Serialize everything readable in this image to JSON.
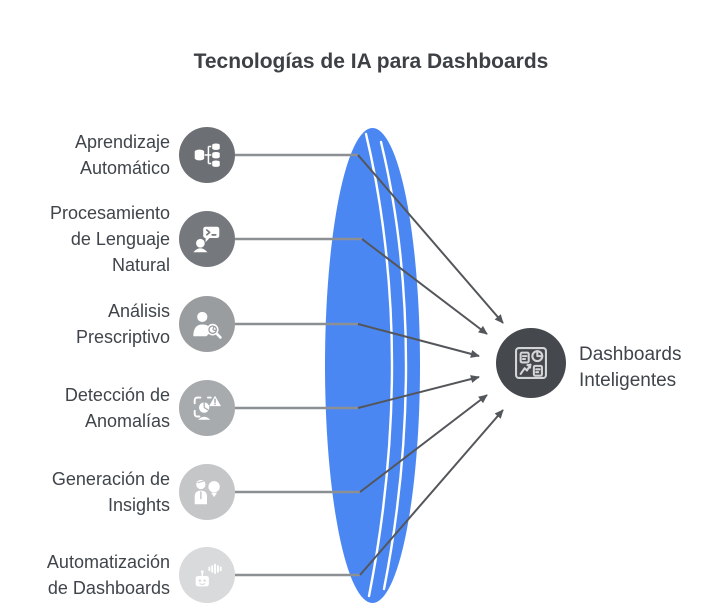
{
  "title": "Tecnologías de IA para Dashboards",
  "items": [
    {
      "label": "Aprendizaje\nAutomático",
      "icon": "machine-learning-icon",
      "color": "#6c7074"
    },
    {
      "label": "Procesamiento\nde Lenguaje\nNatural",
      "icon": "nlp-chat-icon",
      "color": "#75797d"
    },
    {
      "label": "Análisis\nPrescriptivo",
      "icon": "person-magnifier-icon",
      "color": "#9a9da0"
    },
    {
      "label": "Detección de\nAnomalías",
      "icon": "anomaly-scan-icon",
      "color": "#a8abae"
    },
    {
      "label": "Generación de\nInsights",
      "icon": "person-lightbulb-icon",
      "color": "#c4c6c8"
    },
    {
      "label": "Automatización\nde Dashboards",
      "icon": "robot-waves-icon",
      "color": "#d9dadb"
    }
  ],
  "target": {
    "label": "Dashboards\nInteligentes",
    "icon": "dashboard-icon",
    "color": "#45494e"
  },
  "colors": {
    "lens_blue": "#4b87f3",
    "connector_gray": "#8d9093",
    "arrow_dark": "#53565a",
    "title_text": "#3d4145",
    "label_text": "#3f454a"
  }
}
